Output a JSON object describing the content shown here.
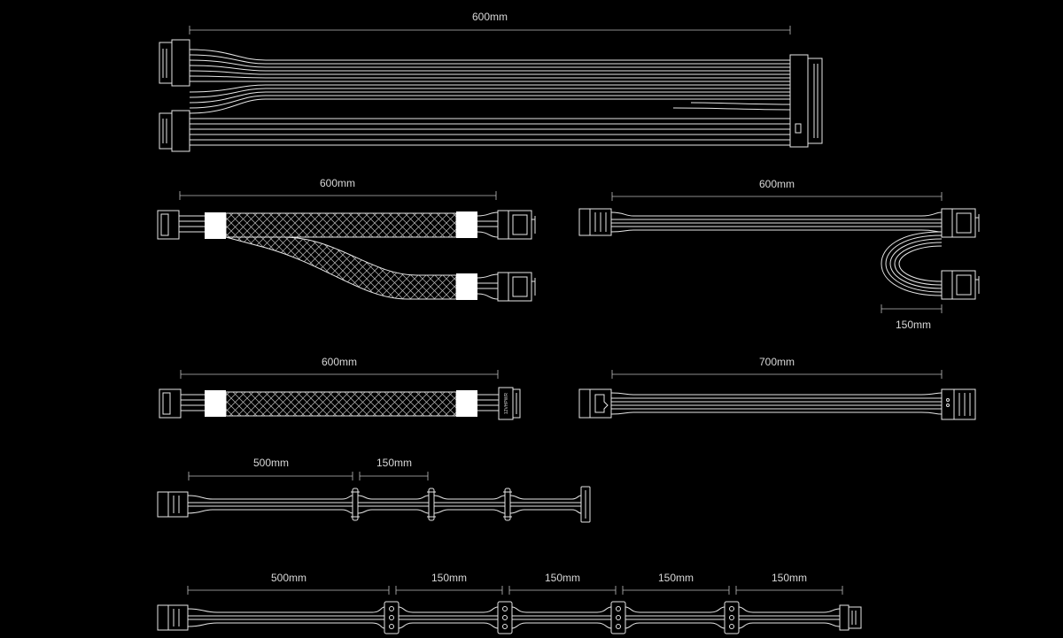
{
  "cable_24pin": {
    "length_label": "600mm"
  },
  "cable_pcie_split": {
    "length_label": "600mm"
  },
  "cable_pcie_daisy": {
    "length_label": "600mm",
    "branch_label": "150mm"
  },
  "cable_12vhpwr": {
    "length_label": "600mm",
    "connector_marking": "12VHPWR"
  },
  "cable_cpu": {
    "length_label": "700mm"
  },
  "cable_molex_chain": {
    "first_label": "500mm",
    "segment_label": "150mm"
  },
  "cable_sata_chain": {
    "labels": [
      "500mm",
      "150mm",
      "150mm",
      "150mm",
      "150mm"
    ]
  },
  "colors": {
    "background": "#000000",
    "line": "#e6e6e6",
    "sleeve_band": "#ffffff"
  }
}
